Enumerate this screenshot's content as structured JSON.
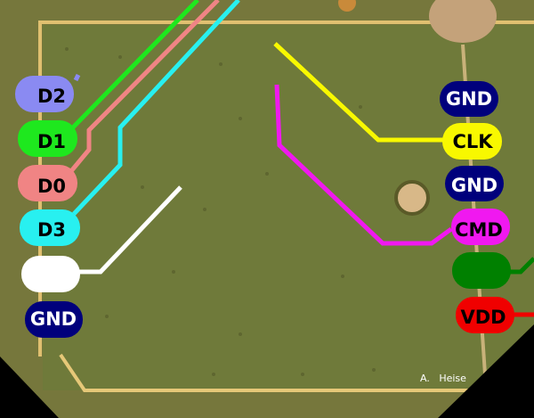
{
  "labels_left": [
    {
      "text": "D2",
      "color": "#8a8af2",
      "text_color": "#000000"
    },
    {
      "text": "D1",
      "color": "#1ee81e",
      "text_color": "#000000"
    },
    {
      "text": "D0",
      "color": "#f08484",
      "text_color": "#000000"
    },
    {
      "text": "D3",
      "color": "#28f0f0",
      "text_color": "#000000"
    },
    {
      "text": "",
      "color": "#ffffff",
      "text_color": "#000000"
    },
    {
      "text": "GND",
      "color": "#00007c",
      "text_color": "#ffffff"
    }
  ],
  "labels_right": [
    {
      "text": "GND",
      "color": "#00007c",
      "text_color": "#ffffff"
    },
    {
      "text": "CLK",
      "color": "#f8f800",
      "text_color": "#000000"
    },
    {
      "text": "GND",
      "color": "#00007c",
      "text_color": "#ffffff"
    },
    {
      "text": "CMD",
      "color": "#f018f0",
      "text_color": "#000000"
    },
    {
      "text": "",
      "color": "#008000",
      "text_color": "#000000"
    },
    {
      "text": "VDD",
      "color": "#f00000",
      "text_color": "#000000"
    }
  ],
  "credit": "A.   Heise"
}
